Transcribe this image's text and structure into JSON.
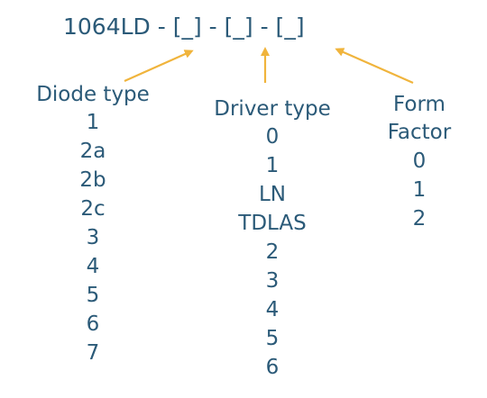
{
  "code": "1064LD - [_] - [_] - [_]",
  "arrow_color": "#f0b43c",
  "text_color": "#2b5a78",
  "columns": [
    {
      "heading": "Diode type",
      "options": [
        "1",
        "2a",
        "2b",
        "2c",
        "3",
        "4",
        "5",
        "6",
        "7"
      ]
    },
    {
      "heading": "Driver type",
      "options": [
        "0",
        "1",
        "LN",
        "TDLAS",
        "2",
        "3",
        "4",
        "5",
        "6"
      ]
    },
    {
      "heading_lines": [
        "Form",
        "Factor"
      ],
      "options": [
        "0",
        "1",
        "2"
      ]
    }
  ]
}
